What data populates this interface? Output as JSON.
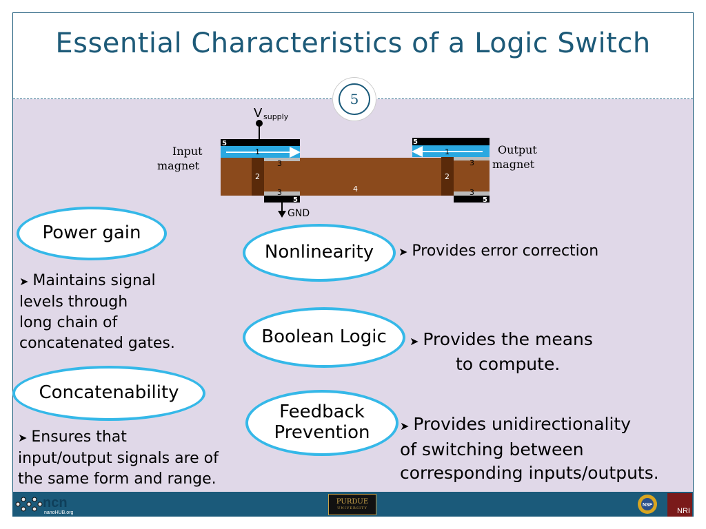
{
  "slide": {
    "title": "Essential Characteristics of a Logic Switch",
    "slide_number": "5"
  },
  "diagram": {
    "vsupply": "V",
    "vsupply_sub": "supply",
    "gnd": "GND",
    "input_label_1": "Input",
    "input_label_2": "magnet",
    "output_label_1": "Output",
    "output_label_2": "magnet",
    "n1": "1",
    "n2": "2",
    "n3": "3",
    "n4": "4",
    "n5": "5"
  },
  "left": {
    "power_gain": "Power gain",
    "power_gain_desc": [
      "Maintains signal",
      "levels through",
      "long chain of",
      "concatenated gates."
    ],
    "concatenability": "Concatenability",
    "concatenability_desc": [
      "Ensures that",
      "input/output signals are of",
      "the same form and range."
    ]
  },
  "right": {
    "nonlinearity": "Nonlinearity",
    "nonlinearity_desc": "Provides error correction",
    "boolean": "Boolean Logic",
    "boolean_desc": [
      "Provides the means",
      "to compute."
    ],
    "feedback_1": "Feedback",
    "feedback_2": "Prevention",
    "feedback_desc": [
      "Provides unidirectionality",
      "of switching between",
      "corresponding inputs/outputs."
    ]
  },
  "footer": {
    "ncn_logo_text": "ncn",
    "ncn_sub": "nanoHUB.org",
    "purdue": "PURDUE",
    "purdue_sub": "UNIVERSITY",
    "nsf": "NSF",
    "nri": "NRI"
  },
  "colors": {
    "title": "#1d5a78",
    "oval_border": "#35b8e8",
    "content_bg": "#e0d8e8",
    "footer_bg": "#1b5a7a",
    "channel": "#8b4a1c",
    "magnet_blue": "#2aa8e0"
  }
}
